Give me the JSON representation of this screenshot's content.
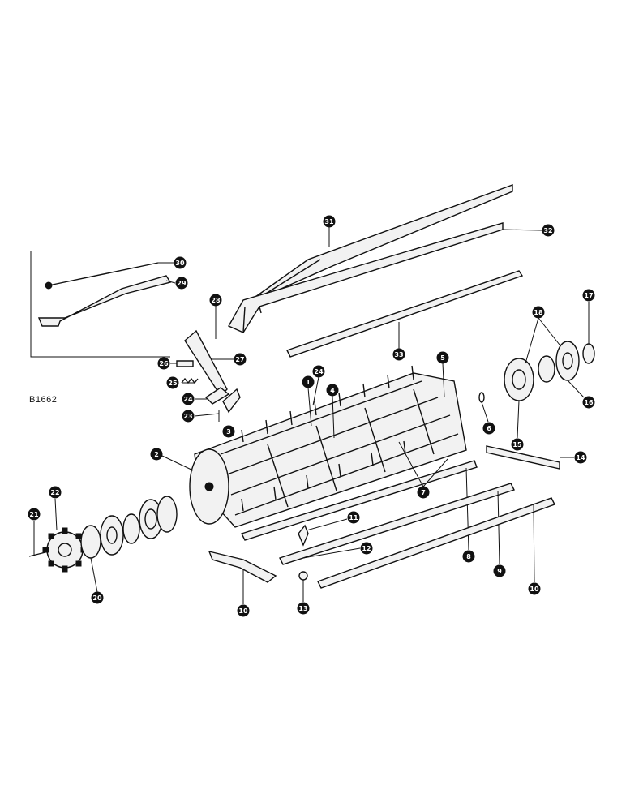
{
  "diagram": {
    "reference_code": "B1662",
    "callouts": [
      {
        "id": "c1",
        "label": "1"
      },
      {
        "id": "c2",
        "label": "2"
      },
      {
        "id": "c3",
        "label": "3"
      },
      {
        "id": "c4",
        "label": "4"
      },
      {
        "id": "c5",
        "label": "5"
      },
      {
        "id": "c6",
        "label": "6"
      },
      {
        "id": "c7",
        "label": "7"
      },
      {
        "id": "c8",
        "label": "8"
      },
      {
        "id": "c9",
        "label": "9"
      },
      {
        "id": "c10a",
        "label": "10"
      },
      {
        "id": "c10b",
        "label": "10"
      },
      {
        "id": "c11",
        "label": "11"
      },
      {
        "id": "c12",
        "label": "12"
      },
      {
        "id": "c13",
        "label": "13"
      },
      {
        "id": "c14",
        "label": "14"
      },
      {
        "id": "c15",
        "label": "15"
      },
      {
        "id": "c16",
        "label": "16"
      },
      {
        "id": "c17",
        "label": "17"
      },
      {
        "id": "c18",
        "label": "18"
      },
      {
        "id": "c20",
        "label": "20"
      },
      {
        "id": "c21",
        "label": "21"
      },
      {
        "id": "c22",
        "label": "22"
      },
      {
        "id": "c23",
        "label": "23"
      },
      {
        "id": "c24",
        "label": "24"
      },
      {
        "id": "c24a",
        "label": "24"
      },
      {
        "id": "c25",
        "label": "25"
      },
      {
        "id": "c26",
        "label": "26"
      },
      {
        "id": "c27",
        "label": "27"
      },
      {
        "id": "c28",
        "label": "28"
      },
      {
        "id": "c29",
        "label": "29"
      },
      {
        "id": "c30",
        "label": "30"
      },
      {
        "id": "c31",
        "label": "31"
      },
      {
        "id": "c32",
        "label": "32"
      },
      {
        "id": "c33",
        "label": "33"
      }
    ]
  }
}
